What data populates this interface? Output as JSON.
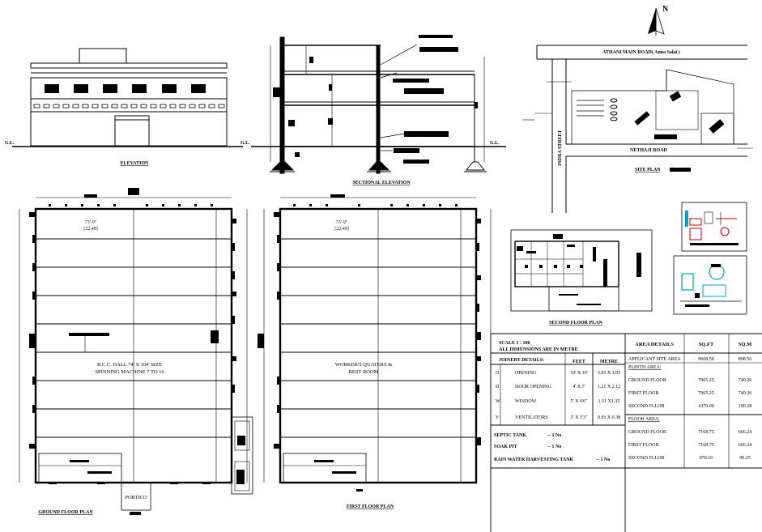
{
  "elevation": {
    "title": "ELEVATION",
    "gl_label": "G.L."
  },
  "sectional_elevation": {
    "title": "SECTIONAL ELEVATION",
    "gl_label": "G.L."
  },
  "site_plan": {
    "title": "SITE PLAN",
    "north": "N",
    "main_road": "ATHANI  MAIN  ROAD( Anna Salai )",
    "side_street": "INDRA  STREET",
    "lower_road": "NETHAJI  ROAD"
  },
  "ground_floor_plan": {
    "title": "GROUND FLOOR PLAN",
    "dimension": "73'-9\"",
    "dimension_metric": "[22.49]",
    "hall_label_1": "R.C.C. HALL  74' X 104' SIZE",
    "hall_label_2": "SPINNING MACHINE 7 TO 16",
    "portico": "PORTICO"
  },
  "first_floor_plan": {
    "title": "FIRST  FLOOR PLAN",
    "dimension": "73'-9\"",
    "dimension_metric": "[22.49]",
    "room_label_1": "WORKER'S QUATERS &",
    "room_label_2": "REST ROOM"
  },
  "second_floor_plan": {
    "title": "SECOND  FLOOR PLAN"
  },
  "schedule": {
    "scale": "SCALE   1 : 100",
    "dimensions_note": "ALL DIMENSIONS ARE IN METRE",
    "joinery_header": "JOINERY  DETAILS:",
    "feet_header": "FEET",
    "metre_header": "METRE",
    "joinery": [
      {
        "code": "O",
        "name": "OPENING",
        "feet": "10' X 10'",
        "metre": "3.05 X 3.05"
      },
      {
        "code": "D",
        "name": "DOOR OPENING",
        "feet": "4' X  7'",
        "metre": "1.21 X 2.12"
      },
      {
        "code": "W",
        "name": "WINDOW",
        "feet": "5' X  4'6\"",
        "metre": "1.51 X1.35"
      },
      {
        "code": "V",
        "name": "VENTILATORS",
        "feet": "3' X  1'3\"",
        "metre": "0.91 X 0.38"
      }
    ],
    "fixtures": [
      {
        "name": "SEPTIC TANK",
        "count": "--   1   No"
      },
      {
        "name": "SOAK PIT",
        "count": "--   1   No"
      },
      {
        "name": "RAIN WATER HARVESTING TANK",
        "count": "--    1   No"
      }
    ]
  },
  "area_details": {
    "header": "AREA  DETAILS",
    "sqft_header": "SQ.FT",
    "sqm_header": "SQ.M",
    "applicant_site": {
      "label": "APPLICANT  SITE  AREA",
      "sqft": "9668.50",
      "sqm": "898.56"
    },
    "plinth_title": "PLINTH AREA:",
    "plinth": [
      {
        "label": "GROUND FLOOR",
        "sqft": "7965.25",
        "sqm": "740.26"
      },
      {
        "label": "FIRST FLOOR",
        "sqft": "7965.25",
        "sqm": "740.26"
      },
      {
        "label": "SECOND FLLOR",
        "sqft": "1079.00",
        "sqm": "100.28"
      }
    ],
    "floor_title": "FLOOR AREA:",
    "floor": [
      {
        "label": "GROUND FLOOR",
        "sqft": "7168.75",
        "sqm": "666.24"
      },
      {
        "label": "FIRST FLOOR",
        "sqft": "7168.75",
        "sqm": "666.24"
      },
      {
        "label": "SECOND FLLOR",
        "sqft": "970.10",
        "sqm": "90.25"
      }
    ]
  }
}
